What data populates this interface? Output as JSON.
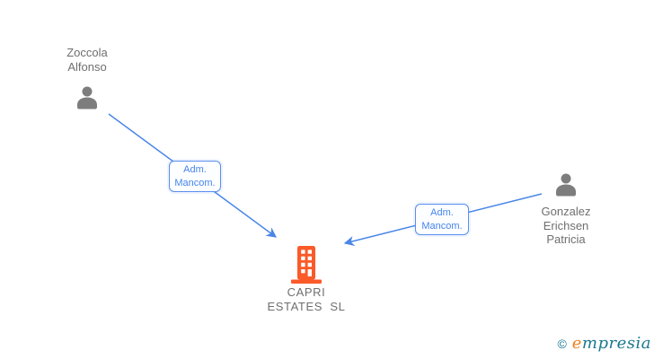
{
  "diagram": {
    "nodes": {
      "person_left": {
        "name": "Zoccola\nAlfonso",
        "type": "person"
      },
      "person_right": {
        "name": "Gonzalez\nErichsen\nPatricia",
        "type": "person"
      },
      "company": {
        "name": "CAPRI\nESTATES  SL",
        "type": "company"
      }
    },
    "edges": [
      {
        "label": "Adm.\nMancom.",
        "from": "Zoccola Alfonso",
        "to": "CAPRI ESTATES SL"
      },
      {
        "label": "Adm.\nMancom.",
        "from": "Gonzalez Erichsen Patricia",
        "to": "CAPRI ESTATES SL"
      }
    ]
  },
  "footer": {
    "copyright_symbol": "©",
    "brand_initial": "e",
    "brand_rest": "mpresia"
  },
  "colors": {
    "edge_blue": "#4a86e8",
    "badge_border_blue": "#5a8fee",
    "badge_text_blue": "#4584ee",
    "building_orange": "#fb5a29",
    "person_gray": "#7d7d7d",
    "label_gray": "#6f6f6f",
    "brand_teal": "#19788e",
    "brand_orange": "#f0821e"
  }
}
